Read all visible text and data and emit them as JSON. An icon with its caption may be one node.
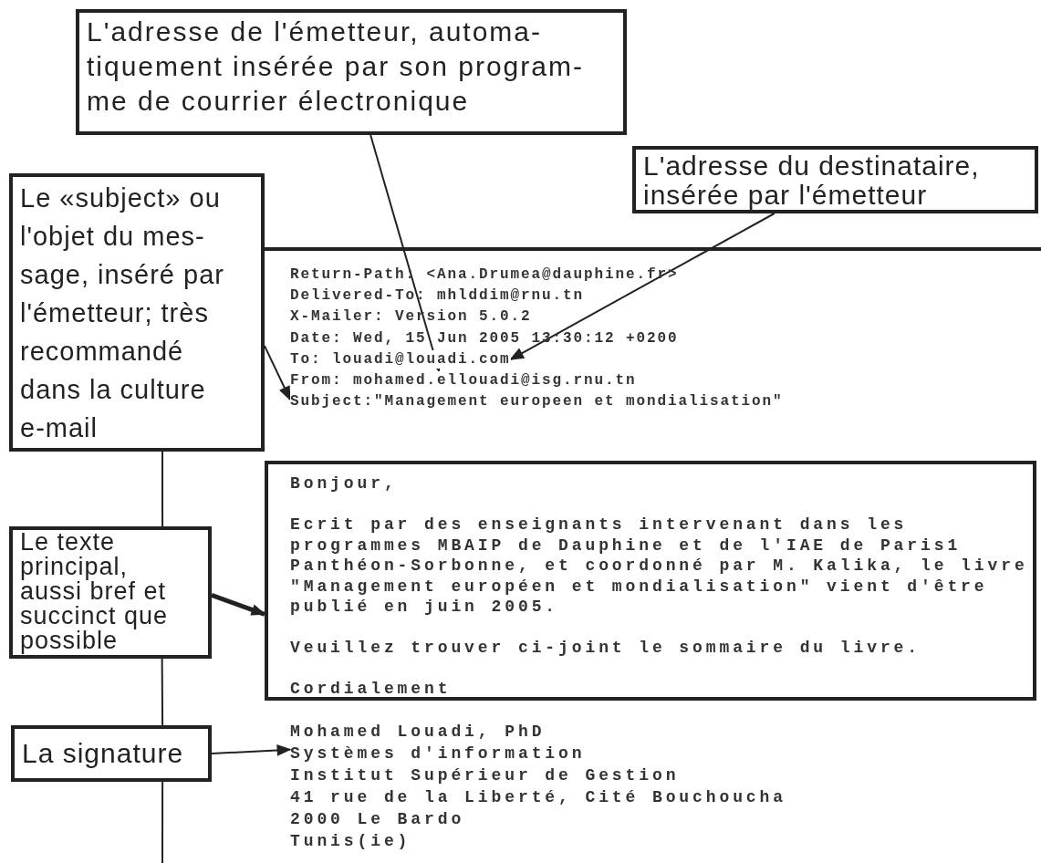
{
  "diagram": {
    "nodes": [
      {
        "text": [
          "L'adresse de l'émetteur, automa- tiquement insérée par son program- me de courrier électronique"
        ]
      },
      {
        "text": [
          "L'adresse du destinataire, insérée par l'émetteur"
        ]
      },
      {
        "text": [
          "Le «subject» ou l'objet du mes- sage, inséré par l'émetteur; très recommandé dans la culture e-mail"
        ]
      },
      {
        "text": [
          "To: louadi@louadi.com"
        ]
      },
      {
        "text": [
          "From: mohamed.ellouadi@isg.rnu.tn"
        ]
      },
      {
        "text": [
          "Subject:\"Management europeen et mondialisation\""
        ]
      },
      {
        "text": [
          "Le texte principal, aussi bref et succinct que possible"
        ]
      },
      {
        "text": [
          "Bonjour,",
          "Ecrit par des enseignants intervenant dans les programmes MBAIP de Dauphine et de l'IAE de Paris1 Panthéon-Sorbonne, et coordonné par M. Kalika, le livre \"Management européen et mondialisation\" vient d'être publié en juin 2005.",
          "Veuillez trouver ci-joint le sommaire du livre.",
          "Cordialement"
        ]
      },
      {
        "text": [
          "La signature"
        ]
      },
      {
        "text": [
          "Mohamed Louadi, PhD",
          "Systèmes d'information",
          "Institut Supérieur de Gestion",
          "41 rue de la Liberté, Cité Bouchoucha",
          "2000 Le Bardo",
          "Tunis(ie)"
        ]
      }
    ],
    "edges": [
      {
        "from": 0,
        "to": 4,
        "arrow": "to"
      },
      {
        "from": 1,
        "to": 3,
        "arrow": "to"
      },
      {
        "from": 2,
        "to": 5,
        "arrow": "to"
      },
      {
        "from": 6,
        "to": 7,
        "arrow": "to",
        "style": "thick"
      },
      {
        "from": 8,
        "to": 9,
        "arrow": "to"
      },
      {
        "from": 2,
        "to": 6,
        "arrow": "none"
      },
      {
        "from": 6,
        "to": 8,
        "arrow": "none"
      },
      {
        "from": 8,
        "to": null,
        "arrow": "none"
      }
    ],
    "labels": [
      "Return-Path: <Ana.Drumea@dauphine.fr>",
      "Delivered-To: mhlddim@rnu.tn",
      "X-Mailer: Version 5.0.2",
      "Date: Wed, 15 Jun 2005 13:30:12 +0200"
    ]
  }
}
